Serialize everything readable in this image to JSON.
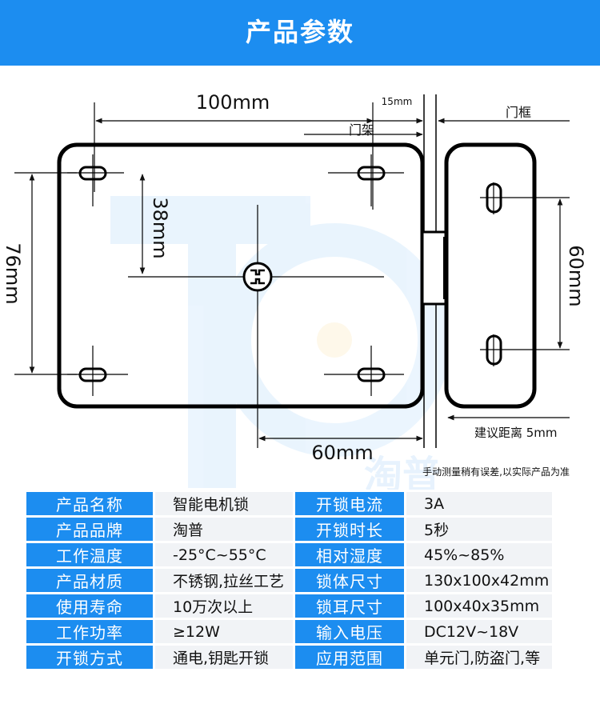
{
  "header": {
    "title": "产品参数"
  },
  "diagram": {
    "dim_width": "100mm",
    "dim_gap": "15mm",
    "label_door_rack": "门架",
    "label_door_frame": "门框",
    "dim_hole_vertical": "38mm",
    "dim_height": "76mm",
    "dim_ear_holes": "60mm",
    "dim_hole_horizontal": "60mm",
    "label_distance": "建议距离 5mm",
    "note": "手动测量稍有误差,以实际产品为准",
    "watermark": "淘普",
    "line_color": "#000000",
    "dim_color": "#111111"
  },
  "specs": {
    "rows": [
      {
        "k1": "产品名称",
        "v1": "智能电机锁",
        "k2": "开锁电流",
        "v2": "3A"
      },
      {
        "k1": "产品品牌",
        "v1": "淘普",
        "k2": "开锁时长",
        "v2": "5秒"
      },
      {
        "k1": "工作温度",
        "v1": "-25°C~55°C",
        "k2": "相对湿度",
        "v2": "45%~85%"
      },
      {
        "k1": "产品材质",
        "v1": "不锈钢,拉丝工艺",
        "k2": "锁体尺寸",
        "v2": "130x100x42mm"
      },
      {
        "k1": "使用寿命",
        "v1": "10万次以上",
        "k2": "锁耳尺寸",
        "v2": "100x40x35mm"
      },
      {
        "k1": "工作功率",
        "v1": "≥12W",
        "k2": "输入电压",
        "v2": "DC12V~18V"
      },
      {
        "k1": "开锁方式",
        "v1": "通电,钥匙开锁",
        "k2": "应用范围",
        "v2": "单元门,防盗门,等"
      }
    ]
  },
  "colors": {
    "accent": "#1c8df0",
    "cell_bg": "#f1f3f6"
  }
}
